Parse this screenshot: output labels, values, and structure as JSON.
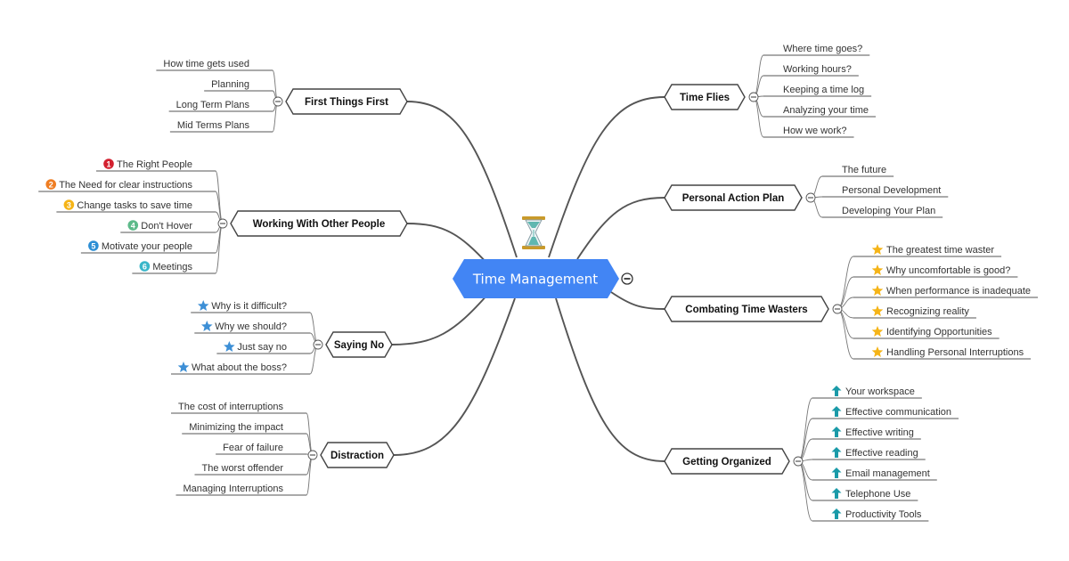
{
  "central": {
    "title": "Time Management",
    "color": "#4285f4",
    "icon": "hourglass-icon"
  },
  "branches": [
    {
      "label": "First Things First",
      "side": "left",
      "leaves": [
        {
          "text": "How time gets used"
        },
        {
          "text": "Planning"
        },
        {
          "text": "Long Term Plans"
        },
        {
          "text": "Mid Terms Plans"
        }
      ]
    },
    {
      "label": "Working With Other People",
      "side": "left",
      "leaves": [
        {
          "text": "The Right People",
          "marker": "1",
          "marker_color": "#d3202f"
        },
        {
          "text": "The Need for clear instructions",
          "marker": "2",
          "marker_color": "#ef7d22"
        },
        {
          "text": "Change tasks to save time",
          "marker": "3",
          "marker_color": "#f5b417"
        },
        {
          "text": "Don't Hover",
          "marker": "4",
          "marker_color": "#5dba8a"
        },
        {
          "text": "Motivate your people",
          "marker": "5",
          "marker_color": "#2d8fd5"
        },
        {
          "text": "Meetings",
          "marker": "6",
          "marker_color": "#39b6c9"
        }
      ]
    },
    {
      "label": "Saying No",
      "side": "left",
      "leaves": [
        {
          "text": "Why is it difficult?",
          "icon": "star-icon",
          "icon_color": "#3d8fd6"
        },
        {
          "text": "Why we should?",
          "icon": "star-icon",
          "icon_color": "#3d8fd6"
        },
        {
          "text": "Just say no",
          "icon": "star-icon",
          "icon_color": "#3d8fd6"
        },
        {
          "text": "What about the boss?",
          "icon": "star-icon",
          "icon_color": "#3d8fd6"
        }
      ]
    },
    {
      "label": "Distraction",
      "side": "left",
      "leaves": [
        {
          "text": "The cost of interruptions"
        },
        {
          "text": "Minimizing the impact"
        },
        {
          "text": "Fear of failure"
        },
        {
          "text": "The worst offender"
        },
        {
          "text": "Managing Interruptions"
        }
      ]
    },
    {
      "label": "Time Flies",
      "side": "right",
      "leaves": [
        {
          "text": "Where time goes?"
        },
        {
          "text": "Working hours?"
        },
        {
          "text": "Keeping a time log"
        },
        {
          "text": "Analyzing your time"
        },
        {
          "text": "How we work?"
        }
      ]
    },
    {
      "label": "Personal Action Plan",
      "side": "right",
      "leaves": [
        {
          "text": "The future"
        },
        {
          "text": "Personal Development"
        },
        {
          "text": "Developing Your Plan"
        }
      ]
    },
    {
      "label": "Combating Time Wasters",
      "side": "right",
      "leaves": [
        {
          "text": "The greatest time waster",
          "icon": "star-icon",
          "icon_color": "#f5b417"
        },
        {
          "text": "Why uncomfortable is good?",
          "icon": "star-icon",
          "icon_color": "#f5b417"
        },
        {
          "text": "When performance is inadequate",
          "icon": "star-icon",
          "icon_color": "#f5b417"
        },
        {
          "text": "Recognizing reality",
          "icon": "star-icon",
          "icon_color": "#f5b417"
        },
        {
          "text": "Identifying Opportunities",
          "icon": "star-icon",
          "icon_color": "#f5b417"
        },
        {
          "text": "Handling Personal Interruptions",
          "icon": "star-icon",
          "icon_color": "#f5b417"
        }
      ]
    },
    {
      "label": "Getting Organized",
      "side": "right",
      "leaves": [
        {
          "text": "Your workspace",
          "icon": "arrow-up-icon",
          "icon_color": "#1a9aa8"
        },
        {
          "text": "Effective communication",
          "icon": "arrow-up-icon",
          "icon_color": "#1a9aa8"
        },
        {
          "text": "Effective writing",
          "icon": "arrow-up-icon",
          "icon_color": "#1a9aa8"
        },
        {
          "text": "Effective reading",
          "icon": "arrow-up-icon",
          "icon_color": "#1a9aa8"
        },
        {
          "text": "Email management",
          "icon": "arrow-up-icon",
          "icon_color": "#1a9aa8"
        },
        {
          "text": "Telephone Use",
          "icon": "arrow-up-icon",
          "icon_color": "#1a9aa8"
        },
        {
          "text": "Productivity Tools",
          "icon": "arrow-up-icon",
          "icon_color": "#1a9aa8"
        }
      ]
    }
  ]
}
